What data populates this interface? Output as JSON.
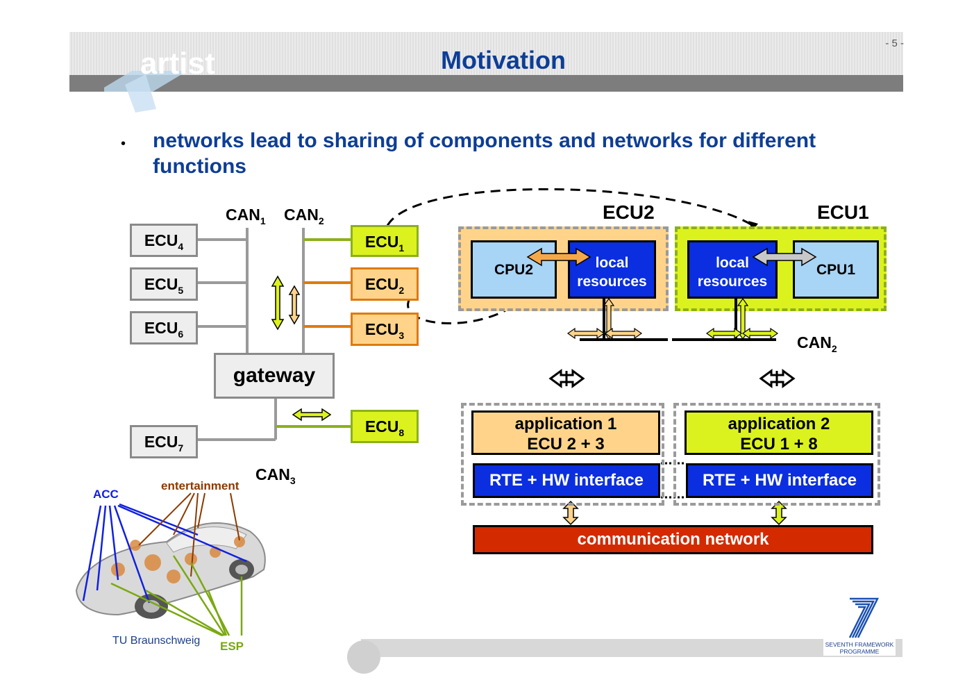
{
  "header": {
    "logo_text": "artist",
    "title": "Motivation",
    "page_number": "- 5 -"
  },
  "bullet": {
    "text": "networks lead to sharing of components and networks for different functions"
  },
  "left_diagram": {
    "can1": "CAN",
    "can1_sub": "1",
    "can2": "CAN",
    "can2_sub": "2",
    "can3": "CAN",
    "can3_sub": "3",
    "ecus": [
      {
        "label": "ECU",
        "sub": "4"
      },
      {
        "label": "ECU",
        "sub": "5"
      },
      {
        "label": "ECU",
        "sub": "6"
      },
      {
        "label": "ECU",
        "sub": "7"
      },
      {
        "label": "ECU",
        "sub": "1"
      },
      {
        "label": "ECU",
        "sub": "2"
      },
      {
        "label": "ECU",
        "sub": "3"
      },
      {
        "label": "ECU",
        "sub": "8"
      }
    ],
    "gateway": "gateway"
  },
  "right_diagram": {
    "ecu2_title": "ECU2",
    "ecu1_title": "ECU1",
    "cpu2": "CPU2",
    "cpu1": "CPU1",
    "local_resources_1": "local",
    "local_resources_2": "resources",
    "can2": "CAN",
    "can2_sub": "2",
    "app1_line1": "application 1",
    "app1_line2": "ECU 2 + 3",
    "app2_line1": "application 2",
    "app2_line2": "ECU 1 + 8",
    "rte": "RTE + HW interface",
    "comm": "communication network"
  },
  "car": {
    "acc": "ACC",
    "entertainment": "entertainment",
    "esp": "ESP",
    "credit": "TU Braunschweig"
  },
  "footer": {
    "fp7_line1": "SEVENTH FRAMEWORK",
    "fp7_line2": "PROGRAMME"
  },
  "colors": {
    "title_blue": "#0d3e96",
    "ecu_green": "#dcf21e",
    "ecu_orange": "#ffd48a",
    "block_blue": "#0a2ee0",
    "cpu_light": "#a8d4f5",
    "comm_red": "#d42a00"
  }
}
